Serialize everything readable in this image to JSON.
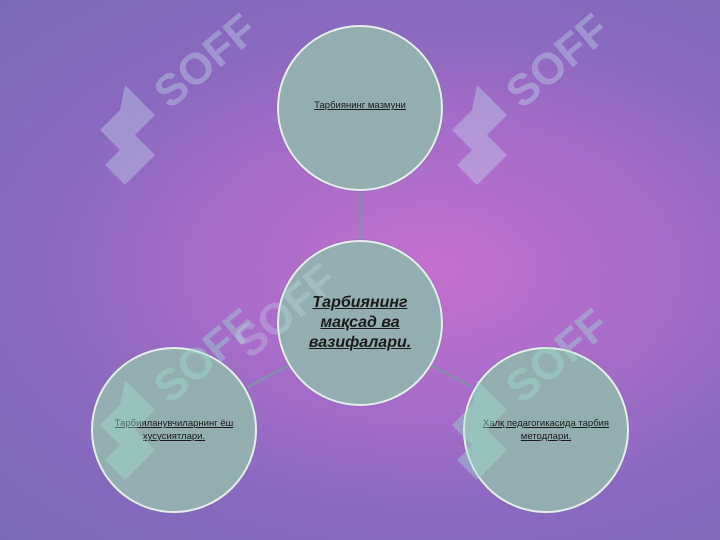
{
  "diagram": {
    "center_label": "Тарбиянинг мақсад ва вазифалари.",
    "top_label": "Тарбиянинг мазмуни",
    "left_label": "Тарбияланувчиларнинг ёш хусусиятлари.",
    "right_label": "Халқ педагогикасида тарбия методлари."
  },
  "watermark": {
    "text": "SOFF"
  },
  "colors": {
    "node_fill": "#93aeb0",
    "node_border": "#e7ecec",
    "connector": "#7f93a6"
  }
}
